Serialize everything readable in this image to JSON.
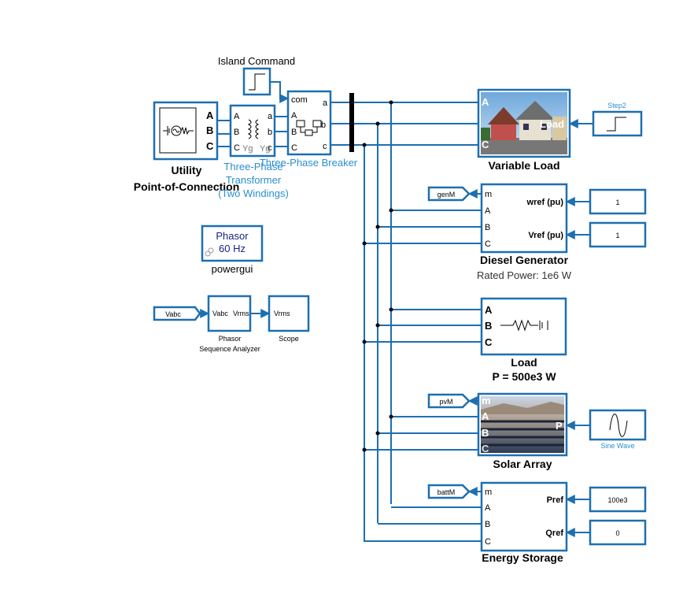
{
  "blocks": {
    "island_command": {
      "label": "Island Command"
    },
    "utility": {
      "label1": "Utility",
      "label2": "Point-of-Connection",
      "ports": [
        "A",
        "B",
        "C"
      ]
    },
    "transformer": {
      "label1": "Three-Phase",
      "label2": "Transformer",
      "label3": "(Two Windings)",
      "ports_left": [
        "A",
        "B",
        "C"
      ],
      "ports_right": [
        "a",
        "b",
        "c"
      ],
      "winding_left": "Yg",
      "winding_right": "Yg"
    },
    "breaker": {
      "label": "Three-Phase Breaker",
      "com": "com",
      "ports_left": [
        "A",
        "B",
        "C"
      ],
      "ports_right": [
        "a",
        "b",
        "c"
      ]
    },
    "variable_load": {
      "label": "Variable Load",
      "port_a": "A",
      "port_c": "C",
      "port_load": "Load"
    },
    "step2": {
      "label": "Step2"
    },
    "diesel": {
      "label1": "Diesel Generator",
      "label2": "Rated Power: 1e6 W",
      "ports": [
        "m",
        "A",
        "B",
        "C"
      ],
      "wref_label": "wref (pu)",
      "vref_label": "Vref (pu)"
    },
    "genM": {
      "label": "genM"
    },
    "wref_const": {
      "value": "1"
    },
    "vref_const": {
      "value": "1"
    },
    "powergui": {
      "line1": "Phasor",
      "line2": "60 Hz",
      "label": "powergui"
    },
    "vabc_tag": {
      "label": "Vabc"
    },
    "analyzer": {
      "in": "Vabc",
      "out": "Vrms",
      "label1": "Phasor",
      "label2": "Sequence Analyzer"
    },
    "scope": {
      "in": "Vrms",
      "label": "Scope"
    },
    "load": {
      "label1": "Load",
      "label2": "P = 500e3 W",
      "ports": [
        "A",
        "B",
        "C"
      ]
    },
    "solar": {
      "label": "Solar Array",
      "ports": [
        "m",
        "A",
        "B",
        "C"
      ],
      "port_p": "P"
    },
    "pvM": {
      "label": "pvM"
    },
    "sine": {
      "label": "Sine Wave"
    },
    "storage": {
      "label": "Energy Storage",
      "ports": [
        "m",
        "A",
        "B",
        "C"
      ],
      "pref_label": "Pref",
      "qref_label": "Qref"
    },
    "battM": {
      "label": "battM"
    },
    "pref_const": {
      "value": "100e3"
    },
    "qref_const": {
      "value": "0"
    }
  },
  "colors": {
    "block_border": "#1d6fb0",
    "blue_label": "#2a8fcf",
    "background": "#ffffff"
  }
}
